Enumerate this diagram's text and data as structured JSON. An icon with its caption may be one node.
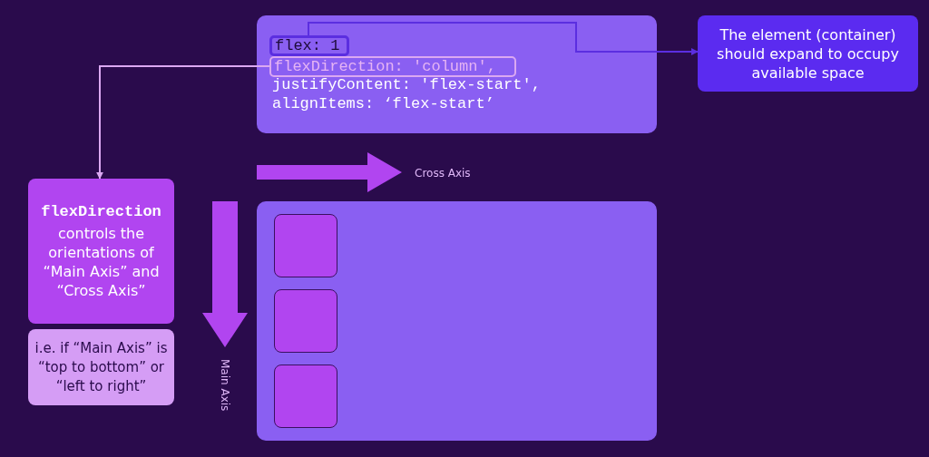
{
  "diagram": {
    "nodes": [
      {
        "text": [
          "justifyContent: 'flex-start',",
          "alignItems: ‘flex-start’"
        ]
      },
      {
        "text": [
          "flex: 1"
        ],
        "in": 0
      },
      {
        "text": [
          "flexDirection: 'column',"
        ],
        "in": 0
      },
      {
        "text": [
          "The element (container) should expand to occupy available space"
        ]
      },
      {
        "text": [
          "flexDirection",
          "controls the orientations of “Main Axis” and “Cross Axis”"
        ]
      },
      {
        "text": [
          "i.e. if “Main Axis” is “top to bottom” or “left to right”"
        ]
      },
      {
        "text": [],
        "shape": "box"
      },
      {
        "text": [],
        "shape": "box",
        "in": 6
      },
      {
        "text": [],
        "shape": "box",
        "in": 6
      },
      {
        "text": [],
        "shape": "box",
        "in": 6
      }
    ],
    "edges": [
      {
        "from": 1,
        "to": 3,
        "arrow": "to",
        "color": "#5b2ee0"
      },
      {
        "from": 2,
        "to": 4,
        "arrow": "to",
        "color": "#dba8f2"
      }
    ],
    "labels": [
      "Cross Axis",
      "Main Axis"
    ]
  }
}
